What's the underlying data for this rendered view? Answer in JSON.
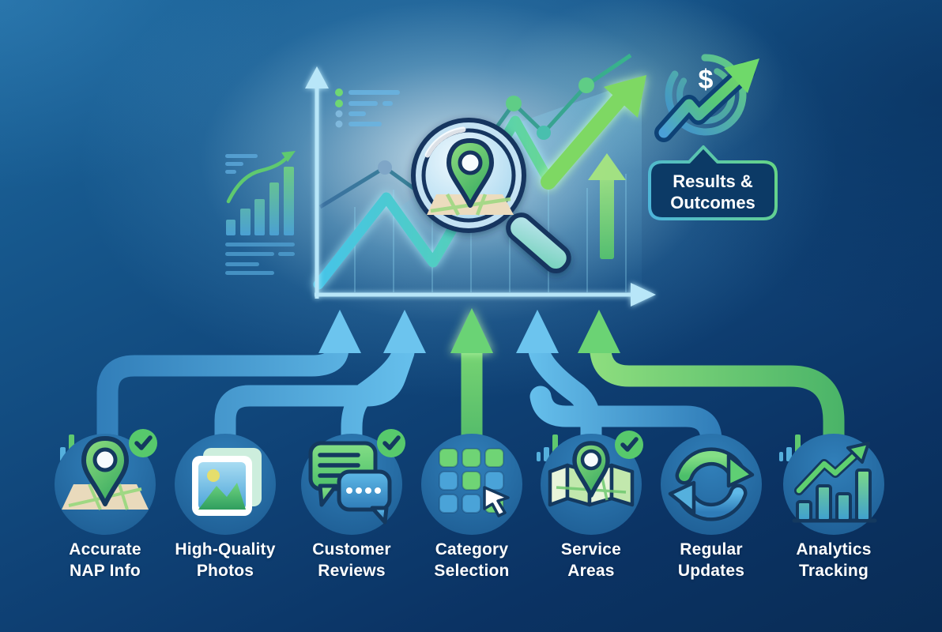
{
  "diagram": {
    "badge": {
      "line1": "Results &",
      "line2": "Outcomes",
      "icon": "dollar-growth-arrow-icon"
    },
    "chart": {
      "icon": "magnifier-map-pin-icon",
      "decorations": [
        "mini-bar-chart-icon",
        "bullet-list-icon",
        "growth-arrow-icon",
        "up-arrow-icon"
      ]
    },
    "factors": [
      {
        "id": "accurate-nap-info",
        "line1": "Accurate",
        "line2": "NAP Info",
        "icon": "map-pin-on-map-icon",
        "checked": true
      },
      {
        "id": "high-quality-photos",
        "line1": "High-Quality",
        "line2": "Photos",
        "icon": "photo-frame-icon",
        "checked": false
      },
      {
        "id": "customer-reviews",
        "line1": "Customer",
        "line2": "Reviews",
        "icon": "chat-bubbles-icon",
        "checked": true
      },
      {
        "id": "category-selection",
        "line1": "Category",
        "line2": "Selection",
        "icon": "grid-cursor-icon",
        "checked": false
      },
      {
        "id": "service-areas",
        "line1": "Service",
        "line2": "Areas",
        "icon": "folded-map-pin-icon",
        "checked": true
      },
      {
        "id": "regular-updates",
        "line1": "Regular",
        "line2": "Updates",
        "icon": "refresh-arrows-icon",
        "checked": false
      },
      {
        "id": "analytics-tracking",
        "line1": "Analytics",
        "line2": "Tracking",
        "icon": "bar-chart-arrow-icon",
        "checked": false
      }
    ],
    "colors": {
      "background_top": "#1d689e",
      "background_bottom": "#092c55",
      "pipe_blue": "#4aa6dd",
      "pipe_green": "#63cf77",
      "accent_green": "#7ed863",
      "accent_cyan": "#aee6fa",
      "badge_fill": "#0c3a66",
      "badge_border_blue": "#4db4dc",
      "badge_border_green": "#66d584",
      "text": "#ffffff"
    }
  }
}
